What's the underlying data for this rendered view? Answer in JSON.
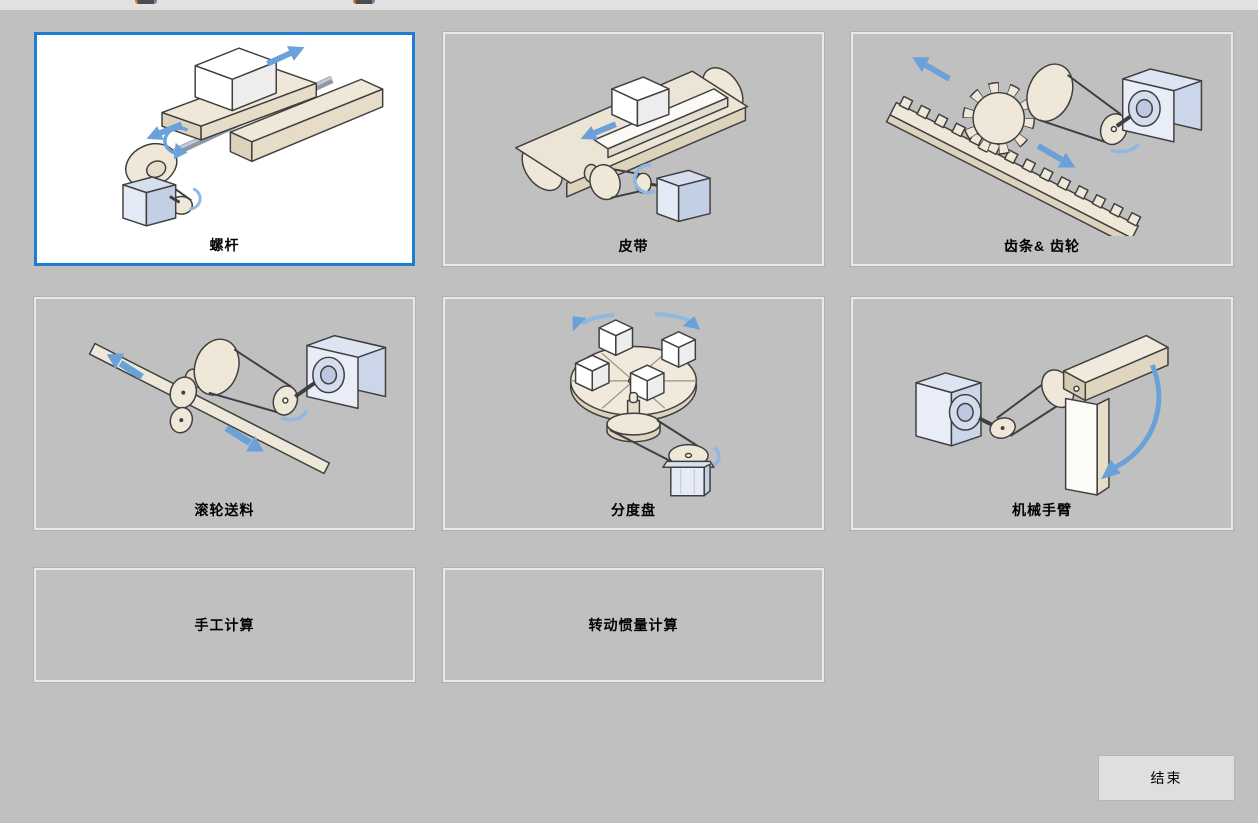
{
  "tiles": [
    {
      "id": "lead-screw",
      "label": "螺杆",
      "selected": true
    },
    {
      "id": "belt",
      "label": "皮带",
      "selected": false
    },
    {
      "id": "rack-pinion",
      "label": "齿条& 齿轮",
      "selected": false
    },
    {
      "id": "roller-feed",
      "label": "滚轮送料",
      "selected": false
    },
    {
      "id": "index-table",
      "label": "分度盘",
      "selected": false
    },
    {
      "id": "robot-arm",
      "label": "机械手臂",
      "selected": false
    },
    {
      "id": "manual-calc",
      "label": "手工计算",
      "selected": false
    },
    {
      "id": "inertia-calc",
      "label": "转动惯量计算",
      "selected": false
    }
  ],
  "buttons": {
    "end": "结束"
  },
  "colors": {
    "background": "#c0c0c0",
    "top_strip": "#e2e2e2",
    "selected_border": "#1e7cd2",
    "tile_border": "#e9e9e9",
    "tile_border_outer": "#b0b0b0",
    "arrow_blue": "#69a1d8",
    "illustration_cream": "#efe8d9",
    "motor_blue": "#e4eaf5",
    "button_fill": "#dfdfdf"
  }
}
